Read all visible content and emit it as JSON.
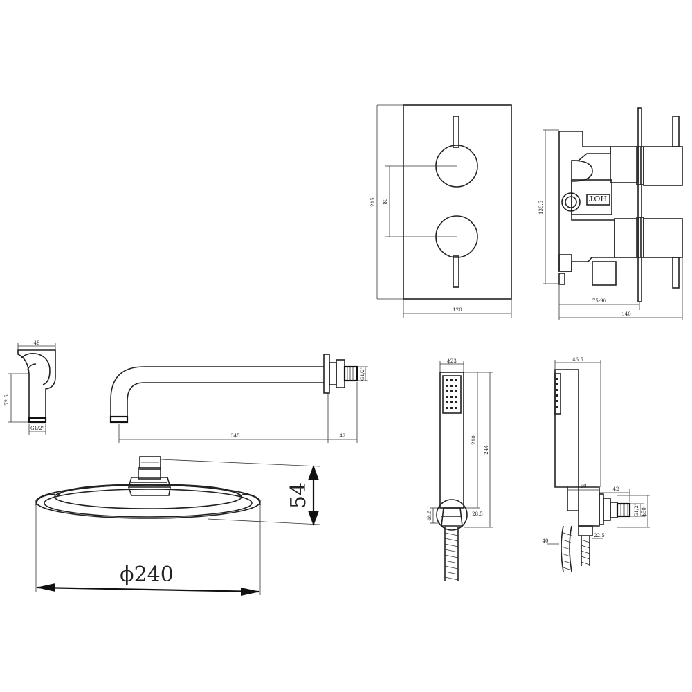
{
  "valve_front": {
    "height_label": "215",
    "centres_label": "80",
    "width_label": "120"
  },
  "valve_side": {
    "hot_label": "HOT",
    "height_label": "138.5",
    "depth_range_label": "75-90",
    "total_depth_label": "140"
  },
  "wall_elbow": {
    "width_label": "48",
    "height_label": "72.5",
    "thread_label": "G1/2\""
  },
  "shower_arm": {
    "length_label": "345",
    "flange_label": "42",
    "thread_label": "G1/2\""
  },
  "shower_head": {
    "height_label": "54",
    "diameter_label": "ϕ240"
  },
  "hand_shower_front": {
    "width_label": "ϕ23",
    "handle_label": "210",
    "total_label": "244",
    "bracket_label": "28.5",
    "bracket_left_label": "48.5"
  },
  "hand_shower_side": {
    "width_label": "46.5",
    "outlet_label": "42",
    "elbow_label": "50",
    "thread_label": "G1/2\"",
    "body_label": "ϕ50",
    "lower_label": "40",
    "nut_label": "22.5"
  }
}
